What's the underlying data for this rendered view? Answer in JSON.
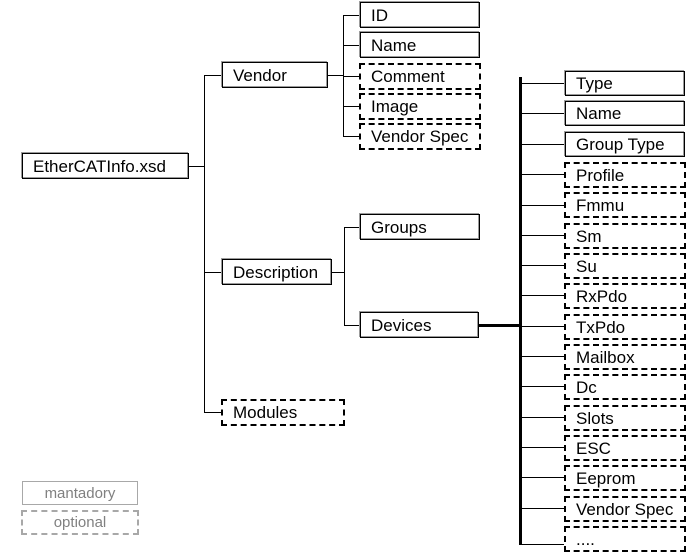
{
  "diagram": {
    "title_node": {
      "label": "EtherCATInfo.xsd",
      "style": "solid"
    },
    "level1": [
      {
        "label": "Vendor",
        "style": "solid"
      },
      {
        "label": "Description",
        "style": "solid"
      },
      {
        "label": "Modules",
        "style": "dashed"
      }
    ],
    "vendor_children": [
      {
        "label": "ID",
        "style": "solid"
      },
      {
        "label": "Name",
        "style": "solid"
      },
      {
        "label": "Comment",
        "style": "dashed"
      },
      {
        "label": "Image",
        "style": "dashed"
      },
      {
        "label": "Vendor Spec",
        "style": "dashed"
      }
    ],
    "description_children": [
      {
        "label": "Groups",
        "style": "solid"
      },
      {
        "label": "Devices",
        "style": "solid"
      }
    ],
    "devices_children": [
      {
        "label": "Type",
        "style": "solid"
      },
      {
        "label": "Name",
        "style": "solid"
      },
      {
        "label": "Group Type",
        "style": "solid"
      },
      {
        "label": "Profile",
        "style": "dashed"
      },
      {
        "label": "Fmmu",
        "style": "dashed"
      },
      {
        "label": "Sm",
        "style": "dashed"
      },
      {
        "label": "Su",
        "style": "dashed"
      },
      {
        "label": "RxPdo",
        "style": "dashed"
      },
      {
        "label": "TxPdo",
        "style": "dashed"
      },
      {
        "label": "Mailbox",
        "style": "dashed"
      },
      {
        "label": "Dc",
        "style": "dashed"
      },
      {
        "label": "Slots",
        "style": "dashed"
      },
      {
        "label": "ESC",
        "style": "dashed"
      },
      {
        "label": "Eeprom",
        "style": "dashed"
      },
      {
        "label": "Vendor Spec",
        "style": "dashed"
      },
      {
        "label": "....",
        "style": "dashed"
      }
    ],
    "legend": [
      {
        "label": "mantadory",
        "style": "solid"
      },
      {
        "label": "optional",
        "style": "dashed"
      }
    ],
    "colors": {
      "line": "#000000",
      "box_border": "#000000",
      "legend_text": "#808080",
      "legend_border": "#a8a8a8",
      "background": "#ffffff"
    }
  }
}
